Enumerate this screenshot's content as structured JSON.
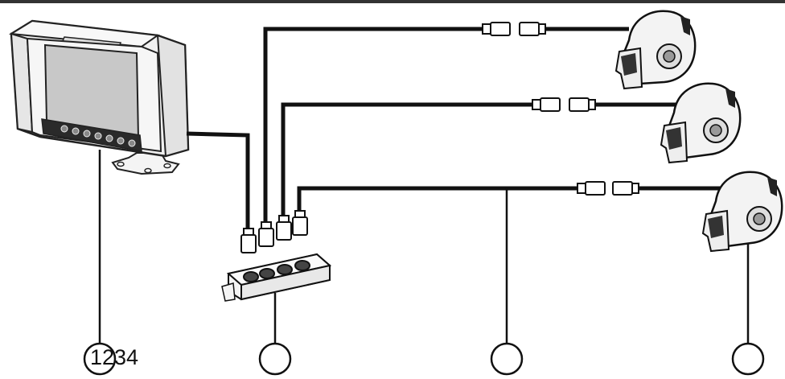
{
  "diagram": {
    "callouts": [
      {
        "id": "monitor",
        "label": "1234"
      },
      {
        "id": "junction-box",
        "label": ""
      },
      {
        "id": "cable",
        "label": ""
      },
      {
        "id": "camera",
        "label": ""
      }
    ]
  },
  "colors": {
    "line": "#111111",
    "top_border": "#333333",
    "device_fill": "#f2f2f2",
    "screen_fill": "#cfcfcf",
    "panel_fill": "#2a2a2a"
  }
}
